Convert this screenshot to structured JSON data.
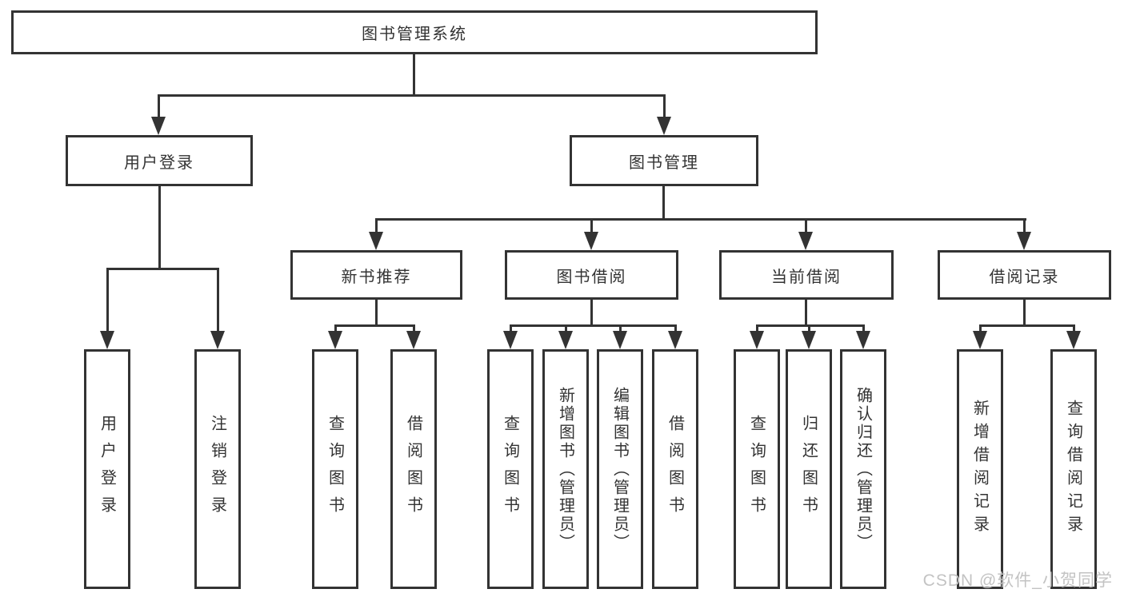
{
  "diagram": {
    "root_label": "图书管理系统",
    "level2": {
      "user_login": "用户登录",
      "book_mgmt": "图书管理"
    },
    "level3": {
      "new_book": "新书推荐",
      "book_borrow": "图书借阅",
      "current_borrow": "当前借阅",
      "borrow_record": "借阅记录"
    },
    "leaves": {
      "user_login": [
        "用户登录",
        "注销登录"
      ],
      "new_book": [
        "查询图书",
        "借阅图书"
      ],
      "book_borrow": [
        "查询图书",
        "新增图书（管理员）",
        "编辑图书（管理员）",
        "借阅图书"
      ],
      "current_borrow": [
        "查询图书",
        "归还图书",
        "确认归还（管理员）"
      ],
      "borrow_record": [
        "新增借阅记录",
        "查询借阅记录"
      ]
    }
  },
  "watermark": "CSDN @软件_小贺同学",
  "colors": {
    "line": "#333333",
    "text": "#333333",
    "watermark": "#c3c3c3",
    "background": "#ffffff"
  }
}
